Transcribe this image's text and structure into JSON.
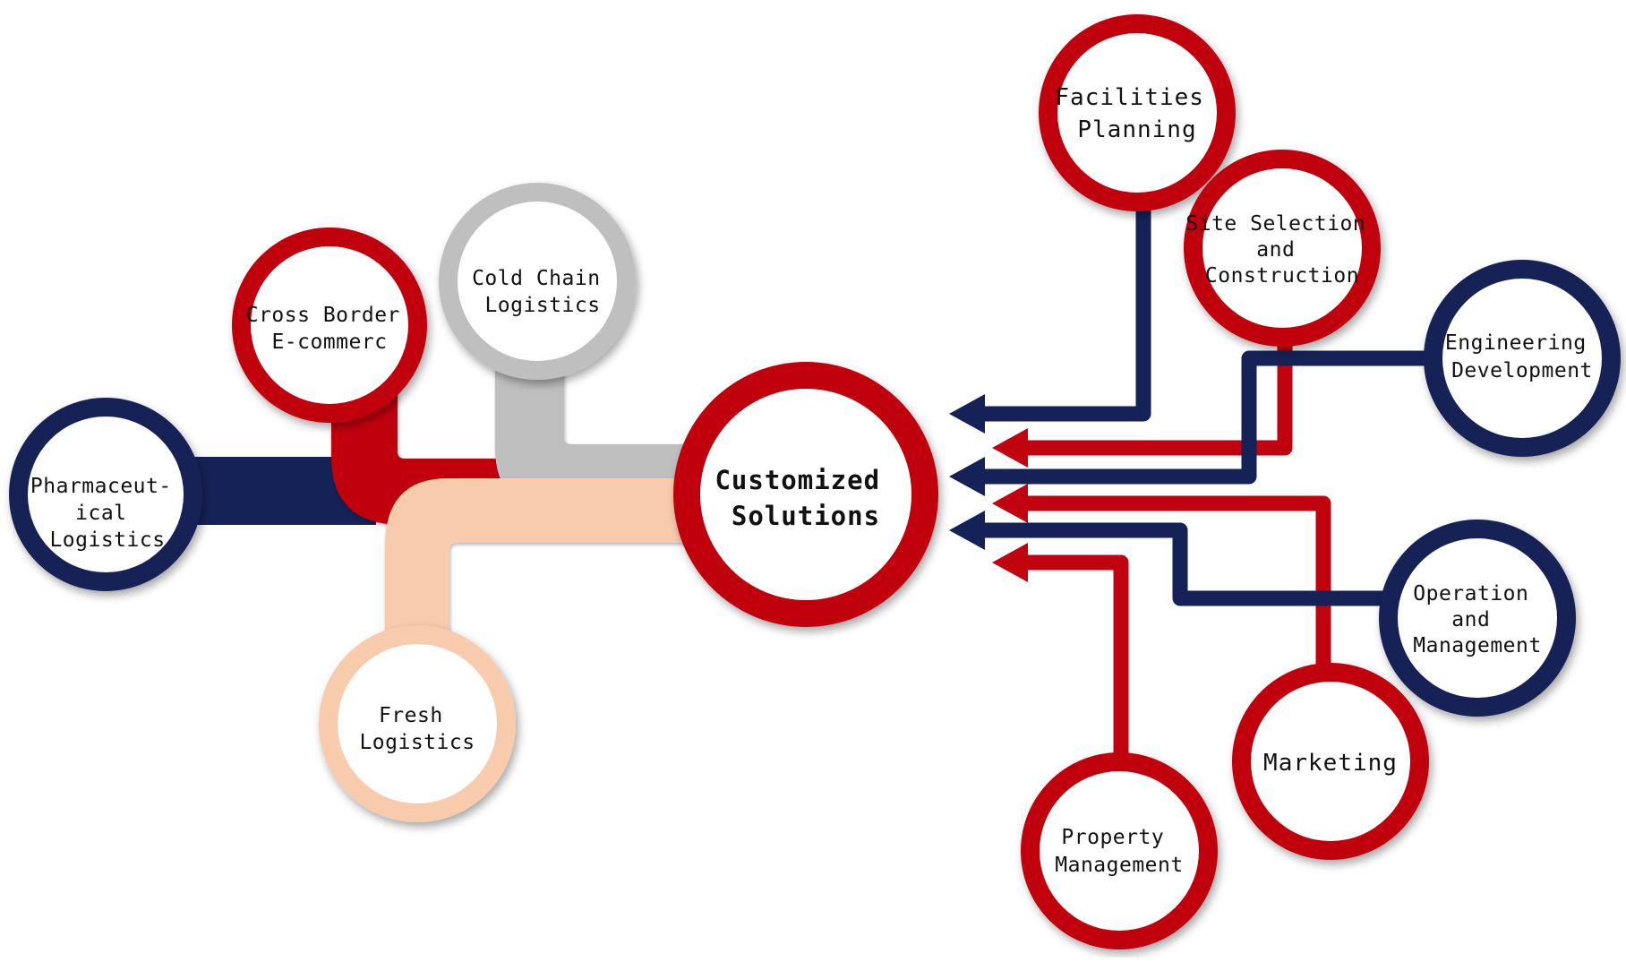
{
  "center": {
    "lines": [
      "Customized",
      "Solutions"
    ]
  },
  "left_nodes": [
    {
      "id": "pharmaceutical",
      "lines": [
        "Pharmaceut-",
        "ical",
        "Logistics"
      ],
      "color": "#152257"
    },
    {
      "id": "cross-border",
      "lines": [
        "Cross Border",
        "E-commerc"
      ],
      "color": "#c1020f"
    },
    {
      "id": "cold-chain",
      "lines": [
        "Cold Chain",
        "Logistics"
      ],
      "color": "#bfbfbf"
    },
    {
      "id": "fresh",
      "lines": [
        "Fresh",
        "Logistics"
      ],
      "color": "#f8cbad"
    }
  ],
  "right_nodes": [
    {
      "id": "facilities-planning",
      "lines": [
        "Facilities",
        "Planning"
      ],
      "color": "#c1020f"
    },
    {
      "id": "site-selection",
      "lines": [
        "Site Selection",
        "and",
        "Construction"
      ],
      "color": "#c1020f"
    },
    {
      "id": "engineering-development",
      "lines": [
        "Engineering",
        "Development"
      ],
      "color": "#152257"
    },
    {
      "id": "operation-management",
      "lines": [
        "Operation",
        "and",
        "Management"
      ],
      "color": "#152257"
    },
    {
      "id": "marketing",
      "lines": [
        "Marketing"
      ],
      "color": "#c1020f"
    },
    {
      "id": "property-management",
      "lines": [
        "Property",
        "Management"
      ],
      "color": "#c1020f"
    }
  ],
  "colors": {
    "red": "#c1020f",
    "navy": "#152257",
    "gray": "#bfbfbf",
    "peach": "#f8cbad"
  }
}
